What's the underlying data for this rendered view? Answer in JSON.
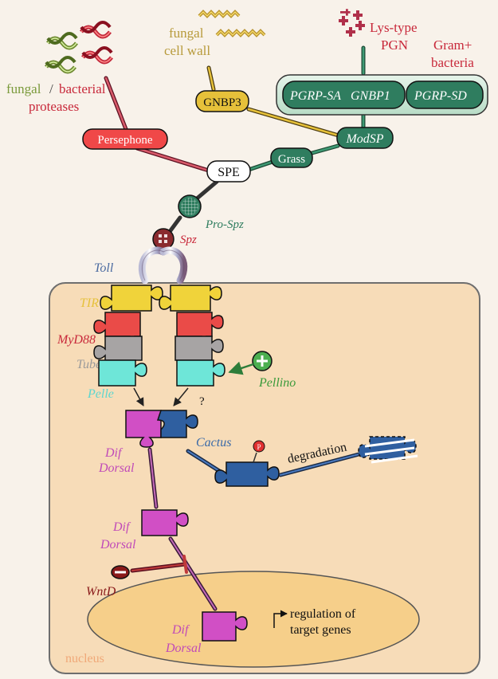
{
  "colors": {
    "cell": "#f7dcb8",
    "cell_border": "#6e6e6e",
    "nucleus": "#f6cf8a",
    "teal": "#2f7d5f",
    "tir": "#f0d33a",
    "myd88": "#ea4b48",
    "tube": "#a7a4a4",
    "pelle": "#6ee6d8",
    "dif": "#d14fc5",
    "cactus": "#2f5fa0",
    "persephone": "#f04848",
    "gnbp3": "#e6c13a",
    "fungal_text": "#b79a3a",
    "red_text": "#c8283a",
    "green_text": "#7a9a3a"
  },
  "labels": {
    "fungal_proteases_fungal": "fungal",
    "fungal_proteases_slash": "/",
    "fungal_proteases_bacterial": "bacterial",
    "fungal_proteases_line2": "proteases",
    "fungal_cell_wall_line1": "fungal",
    "fungal_cell_wall_line2": "cell wall",
    "lys_type_line1": "Lys-type",
    "lys_type_line2": "PGN",
    "gram_line1": "Gram+",
    "gram_line2": "bacteria",
    "pgrp_sa": "PGRP-SA",
    "gnbp1": "GNBP1",
    "pgrp_sd": "PGRP-SD",
    "gnbp3": "GNBP3",
    "modsp": "ModSP",
    "grass": "Grass",
    "persephone": "Persephone",
    "spe": "SPE",
    "pro_spz": "Pro-Spz",
    "spz": "Spz",
    "toll": "Toll",
    "tir": "TIR",
    "myd88": "MyD88",
    "tube": "Tube",
    "pelle": "Pelle",
    "pellino": "Pellino",
    "question": "?",
    "dif_1": "Dif",
    "dorsal_1": "Dorsal",
    "cactus": "Cactus",
    "phospho": "P",
    "degradation": "degradation",
    "dif_2": "Dif",
    "dorsal_2": "Dorsal",
    "wntd": "WntD",
    "dif_3": "Dif",
    "dorsal_3": "Dorsal",
    "regulation_line1": "regulation of",
    "regulation_line2": "target genes",
    "nucleus": "nucleus"
  }
}
